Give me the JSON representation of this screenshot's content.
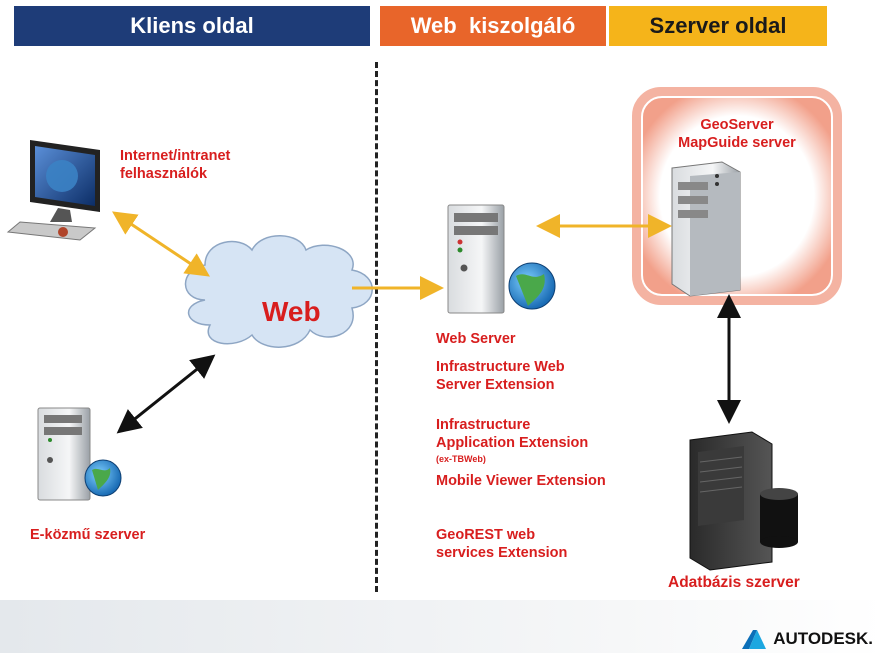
{
  "headers": {
    "client": "Kliens oldal",
    "web": "Web  kiszolgáló",
    "server": "Szerver oldal"
  },
  "labels": {
    "internet_users": [
      "Internet/intranet",
      "felhasználók"
    ],
    "web": "Web",
    "ekozmu": "E-közmű szerver",
    "web_server": "Web Server",
    "infra_web_ext": [
      "Infrastructure Web",
      "Server Extension"
    ],
    "infra_app_ext": [
      "Infrastructure",
      "Application Extension"
    ],
    "ex_tbweb": "(ex-TBWeb)",
    "mobile_viewer": "Mobile Viewer Extension",
    "georest": [
      "GeoREST web",
      "services Extension"
    ],
    "geoserver": "GeoServer",
    "mapguide": "MapGuide server",
    "db_server": "Adatbázis szerver"
  },
  "logo": {
    "text": "AUTODESK."
  },
  "colors": {
    "client_header": "#1e3c78",
    "web_header": "#e8652a",
    "server_header": "#f5b41a",
    "label_red": "#d81e1e",
    "arrow_yellow": "#f0b429",
    "arrow_black": "#111111"
  }
}
